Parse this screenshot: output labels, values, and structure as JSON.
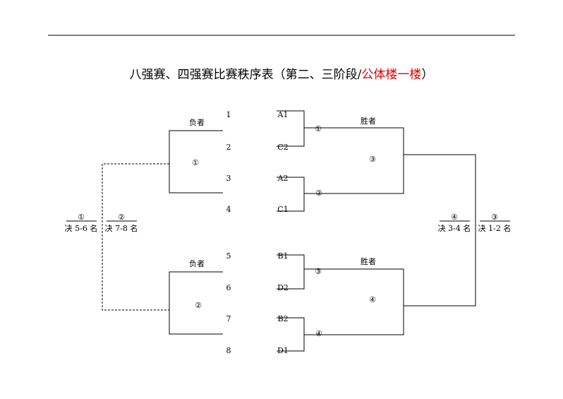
{
  "title": {
    "main": "八强赛、四强赛比赛秩序表（第二、三阶段/",
    "venue": "公体楼一楼",
    "close": "）",
    "venue_color": "#e00000"
  },
  "seeds": [
    "1",
    "2",
    "3",
    "4",
    "5",
    "6",
    "7",
    "8"
  ],
  "teams": [
    "A1",
    "C2",
    "A2",
    "C1",
    "B1",
    "D2",
    "B2",
    "D1"
  ],
  "loser_bracket": {
    "loser_label_top": "负者",
    "loser_label_bottom": "负者",
    "match_top": "①",
    "match_bottom": "②"
  },
  "quarterfinals": [
    "①",
    "②",
    "③",
    "④"
  ],
  "semifinals": {
    "winner_label_top": "胜者",
    "winner_label_bottom": "胜者",
    "match_top": "③",
    "match_bottom": "④"
  },
  "placement": {
    "p56_match": "①",
    "p56_label": "决 5-6 名",
    "p78_match": "②",
    "p78_label": "决 7-8 名",
    "p34_match": "④",
    "p34_label": "决 3-4 名",
    "p12_match": "③",
    "p12_label": "决 1-2 名"
  }
}
